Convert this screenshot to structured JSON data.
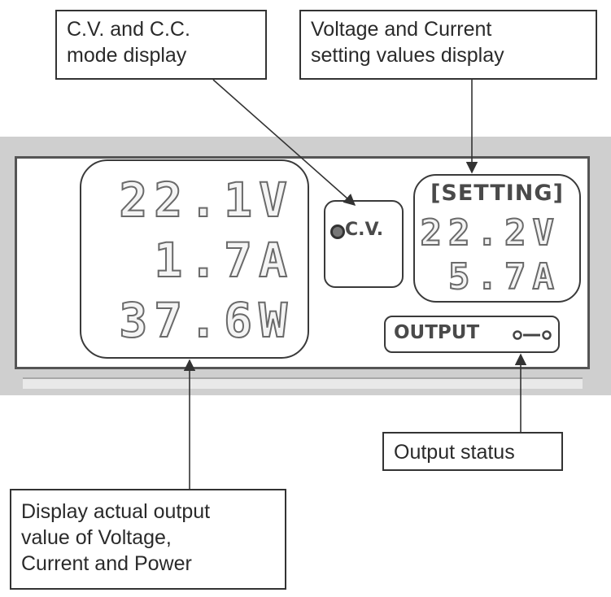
{
  "callouts": {
    "mode": "C.V. and C.C.\nmode display",
    "setting": "Voltage and Current\nsetting values display",
    "status": "Output status",
    "actual": "Display actual output\nvalue of Voltage,\nCurrent and Power"
  },
  "display": {
    "actual_voltage": "22.1V",
    "actual_current": "1.7A",
    "actual_power": "37.6W",
    "mode_label": "C.V.",
    "setting_header": "[SETTING]",
    "setting_voltage": "22.2V",
    "setting_current": "5.7A",
    "output_label": "OUTPUT"
  },
  "icons": {
    "mode_indicator": "mode-indicator-icon",
    "output_switch": "output-switch-icon"
  },
  "colors": {
    "panel_frame": "#cfcfcf",
    "segment_outline": "#6a6a6a",
    "line": "#333333"
  }
}
